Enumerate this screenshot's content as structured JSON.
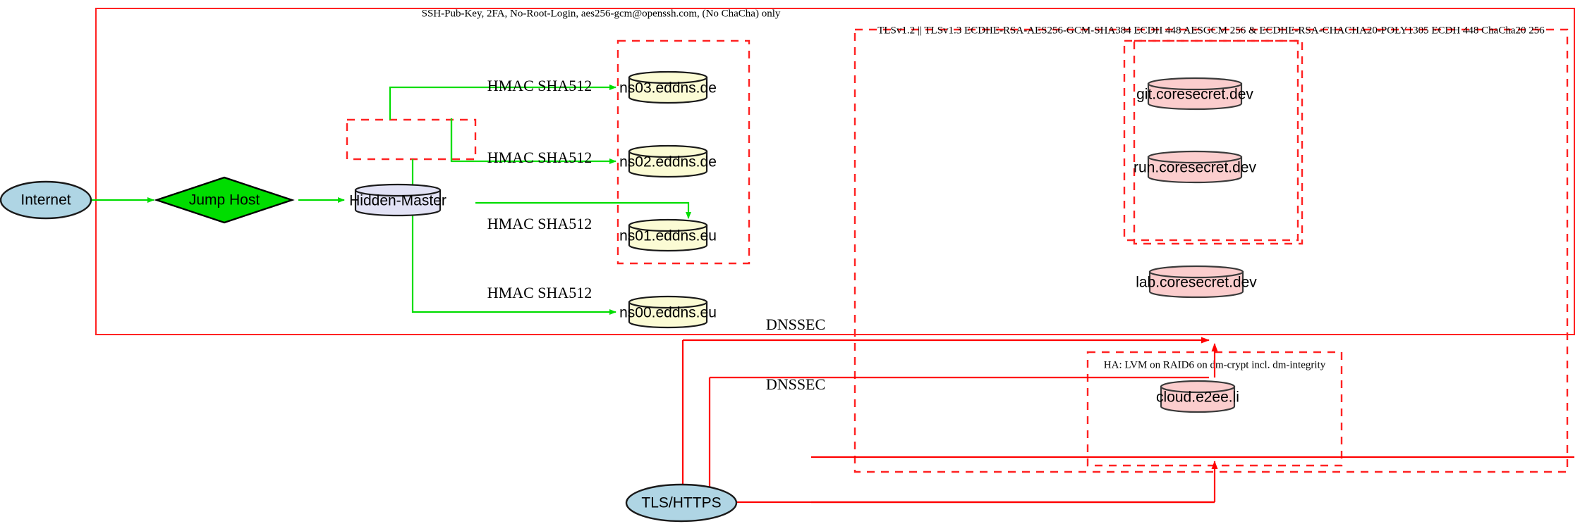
{
  "diagram": {
    "title_note_top": "SSH-Pub-Key, 2FA, No-Root-Login, aes256-gcm@openssh.com, (No ChaCha) only",
    "cluster_labels": {
      "tls_profile": "TLSv1.2 || TLSv1.3 ECDHE-RSA-AES256-GCM-SHA384 ECDH 448 AESGCM 256 & ECDHE-RSA-CHACHA20-POLY1305 ECDH 448 ChaCha20 256",
      "storage_ha": "HA: LVM on RAID6 on dm-crypt incl. dm-integrity"
    },
    "nodes": {
      "internet": {
        "label": "Internet",
        "shape": "ellipse",
        "color": "#afd5e4"
      },
      "jump_host": {
        "label": "Jump Host",
        "shape": "diamond",
        "color": "#00dd00"
      },
      "hidden_master": {
        "label": "Hidden-Master",
        "shape": "cylinder",
        "color": "#e2e2f5"
      },
      "tls_https": {
        "label": "TLS/HTTPS",
        "shape": "ellipse",
        "color": "#afd5e4"
      },
      "ns03": {
        "label": "ns03.eddns.de",
        "shape": "cylinder",
        "color": "#fbfbd4"
      },
      "ns02": {
        "label": "ns02.eddns.de",
        "shape": "cylinder",
        "color": "#fbfbd4"
      },
      "ns01": {
        "label": "ns01.eddns.eu",
        "shape": "cylinder",
        "color": "#fbfbd4"
      },
      "ns00": {
        "label": "ns00.eddns.eu",
        "shape": "cylinder",
        "color": "#fbfbd4"
      },
      "git": {
        "label": "git.coresecret.dev",
        "shape": "cylinder",
        "color": "#fbcdcd"
      },
      "run": {
        "label": "run.coresecret.dev",
        "shape": "cylinder",
        "color": "#fbcdcd"
      },
      "lab": {
        "label": "lab.coresecret.dev",
        "shape": "cylinder",
        "color": "#fbcdcd"
      },
      "cloud": {
        "label": "cloud.e2ee.li",
        "shape": "cylinder",
        "color": "#fbcdcd"
      }
    },
    "edge_labels": {
      "hmac_ns03": "HMAC SHA512",
      "hmac_ns02": "HMAC SHA512",
      "hmac_ns01": "HMAC SHA512",
      "hmac_ns00": "HMAC SHA512",
      "dnssec_upper": "DNSSEC",
      "dnssec_lower": "DNSSEC"
    },
    "colors": {
      "boundary_red": "#ff2222",
      "edge_green": "#00dd00",
      "edge_red": "#ff0000",
      "node_yellow": "#fbfbd4",
      "node_pink": "#fbcdcd",
      "node_lavender": "#e2e2f5",
      "node_blue": "#afd5e4"
    }
  }
}
